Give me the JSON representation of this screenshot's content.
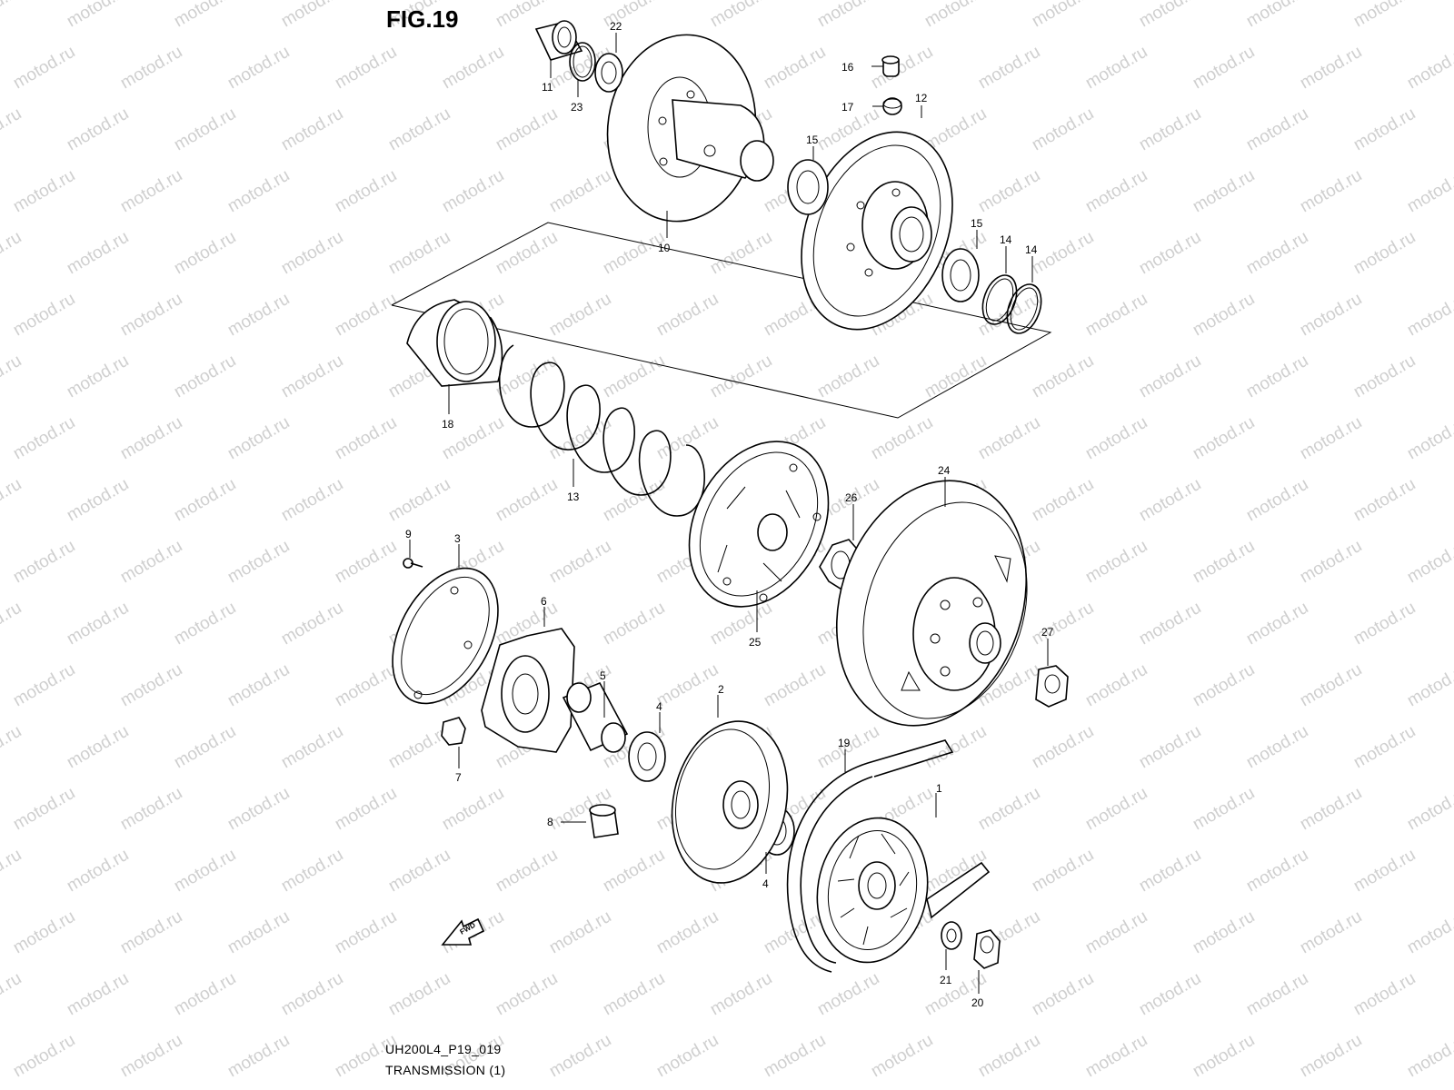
{
  "figure": {
    "title": "FIG.19",
    "code": "UH200L4_P19_019",
    "name": "TRANSMISSION (1)",
    "watermark": "motod.ru",
    "fwd_label": "FWD"
  },
  "callouts": [
    "1",
    "2",
    "3",
    "4",
    "4",
    "5",
    "6",
    "7",
    "8",
    "9",
    "10",
    "11",
    "12",
    "13",
    "14",
    "14",
    "15",
    "15",
    "16",
    "17",
    "18",
    "19",
    "20",
    "21",
    "22",
    "23",
    "24",
    "25",
    "26",
    "27"
  ],
  "colors": {
    "line": "#000000",
    "watermark": "#cfcfcf",
    "background": "#ffffff"
  }
}
